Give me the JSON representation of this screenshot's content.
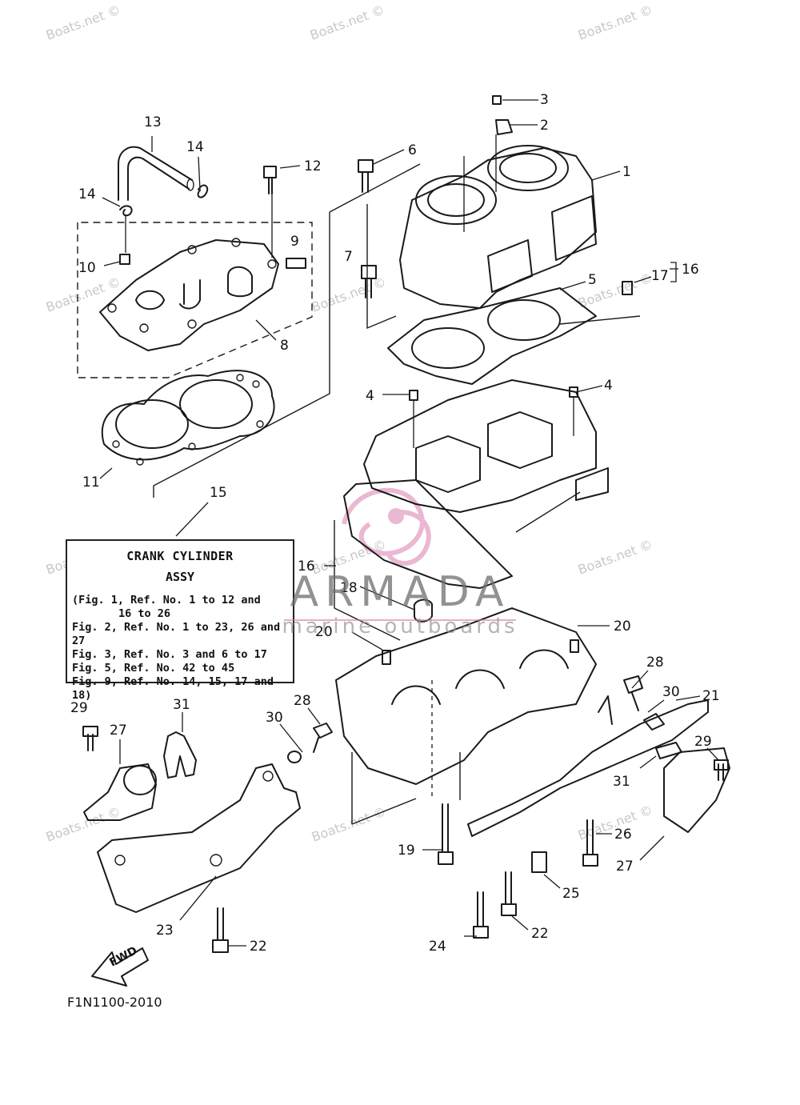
{
  "watermarks": [
    "Boats.net ©",
    "Boats.net ©",
    "Boats.net ©",
    "Boats.net ©",
    "Boats.net ©",
    "Boats.net ©",
    "Boats.net ©",
    "Boats.net ©",
    "Boats.net ©",
    "Boats.net ©",
    "Boats.net ©",
    "Boats.net ©"
  ],
  "brand": {
    "name": "ARMADA",
    "subtitle": "marine outboards"
  },
  "caption": {
    "title": "CRANK CYLINDER",
    "title2": "ASSY",
    "lines": [
      "(Fig. 1, Ref. No. 1 to 12 and",
      "16 to 26",
      "Fig. 2, Ref. No. 1 to 23, 26 and 27",
      "Fig. 3, Ref. No. 3 and 6 to 17",
      "Fig. 5, Ref. No. 42 to 45",
      "Fig. 9, Ref. No. 14, 15, 17 and 18)"
    ]
  },
  "callouts": [
    "1",
    "2",
    "3",
    "4",
    "4",
    "5",
    "6",
    "7",
    "8",
    "9",
    "10",
    "11",
    "12",
    "13",
    "14",
    "14",
    "15",
    "16",
    "16",
    "17",
    "18",
    "19",
    "20",
    "20",
    "21",
    "22",
    "22",
    "23",
    "24",
    "25",
    "26",
    "27",
    "27",
    "28",
    "28",
    "29",
    "29",
    "30",
    "30",
    "31",
    "31"
  ],
  "fwd_label": "FWD",
  "diagram_code": "F1N1100-2010",
  "colors": {
    "line": "#1a1a1a",
    "watermark": "#c8c8c8",
    "brand_accent": "#d97fb0"
  }
}
